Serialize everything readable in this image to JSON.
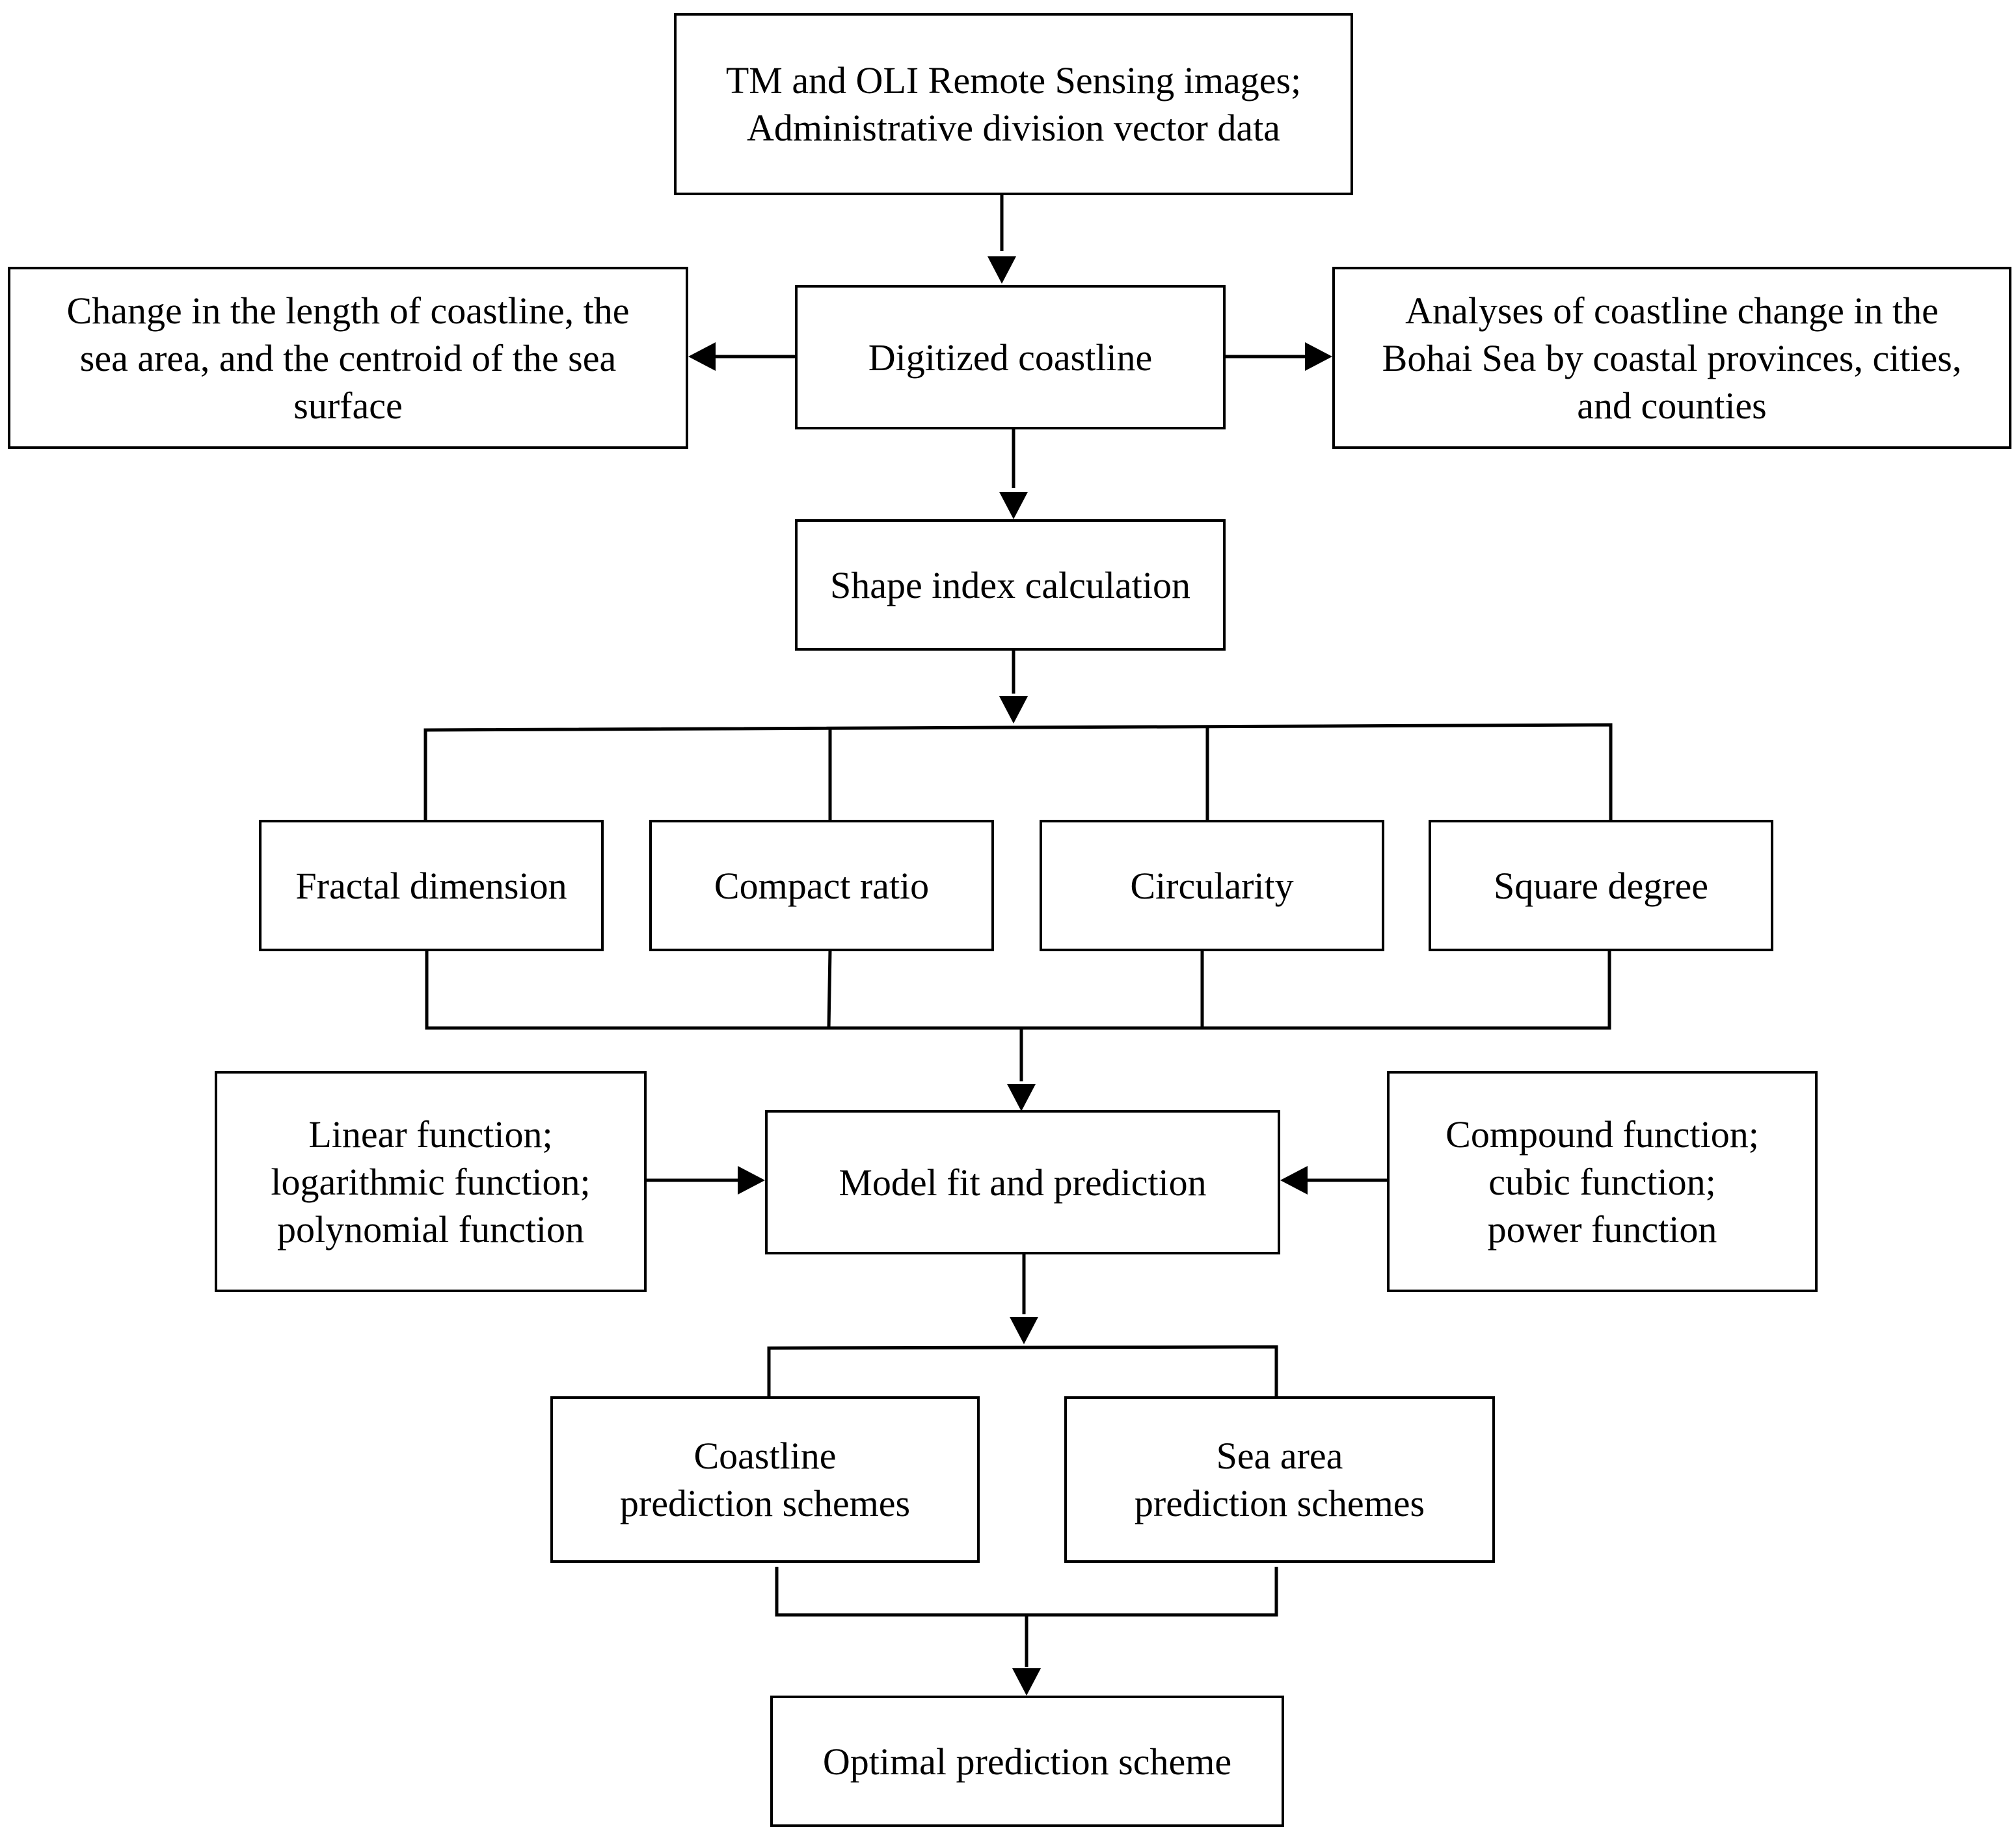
{
  "flowchart": {
    "input_data": {
      "line1": "TM and OLI Remote Sensing images;",
      "line2": "Administrative division vector data"
    },
    "change_metrics": {
      "line1": "Change in the length of coastline, the",
      "line2": "sea area, and the centroid of the sea",
      "line3": "surface"
    },
    "digitized_coastline": "Digitized coastline",
    "regional_analyses": {
      "line1": "Analyses of coastline change in the",
      "line2": "Bohai Sea by coastal provinces, cities,",
      "line3": "and counties"
    },
    "shape_index": "Shape index calculation",
    "indices": {
      "fractal": "Fractal dimension",
      "compact": "Compact ratio",
      "circularity": "Circularity",
      "square": "Square degree"
    },
    "left_functions": {
      "line1": "Linear function;",
      "line2": "logarithmic function;",
      "line3": "polynomial function"
    },
    "model_fit": "Model fit and prediction",
    "right_functions": {
      "line1": "Compound function;",
      "line2": "cubic function;",
      "line3": "power function"
    },
    "coastline_schemes": {
      "line1": "Coastline",
      "line2": "prediction schemes"
    },
    "sea_area_schemes": {
      "line1": "Sea area",
      "line2": "prediction schemes"
    },
    "optimal_scheme": "Optimal prediction scheme"
  }
}
